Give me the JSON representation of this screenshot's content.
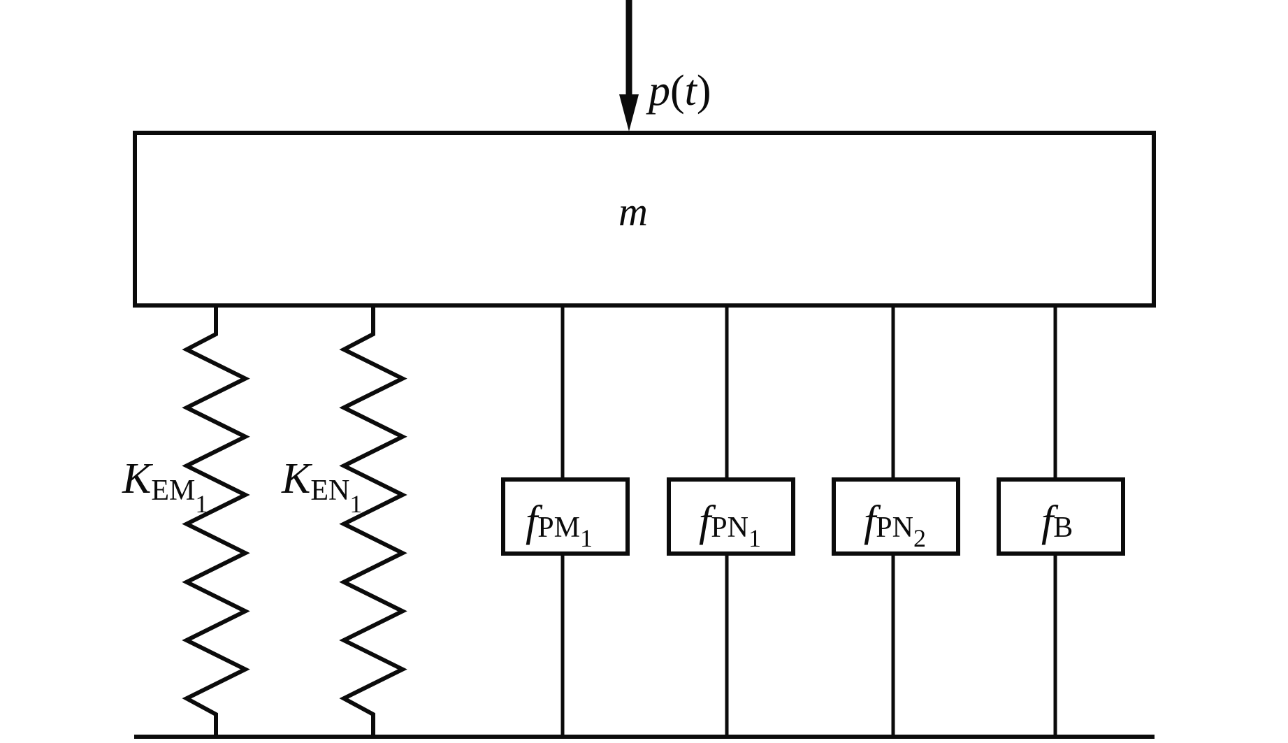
{
  "diagram": {
    "title": "Single-degree-of-freedom mass with springs and resistance elements",
    "load": {
      "symbol": "p",
      "argument": "t",
      "direction": "downward"
    },
    "mass": {
      "symbol": "m"
    },
    "springs": [
      {
        "id": "KEM1",
        "symbol": "K",
        "subscript": "EM",
        "sub_index": "1"
      },
      {
        "id": "KEN1",
        "symbol": "K",
        "subscript": "EN",
        "sub_index": "1"
      }
    ],
    "resistance_elements": [
      {
        "id": "fPM1",
        "symbol": "f",
        "subscript": "PM",
        "sub_index": "1"
      },
      {
        "id": "fPN1",
        "symbol": "f",
        "subscript": "PN",
        "sub_index": "1"
      },
      {
        "id": "fPN2",
        "symbol": "f",
        "subscript": "PN",
        "sub_index": "2"
      },
      {
        "id": "fB",
        "symbol": "f",
        "subscript": "B",
        "sub_index": ""
      }
    ],
    "ground": {
      "label": ""
    },
    "colors": {
      "stroke": "#0b0b0b",
      "background": "#ffffff"
    }
  }
}
